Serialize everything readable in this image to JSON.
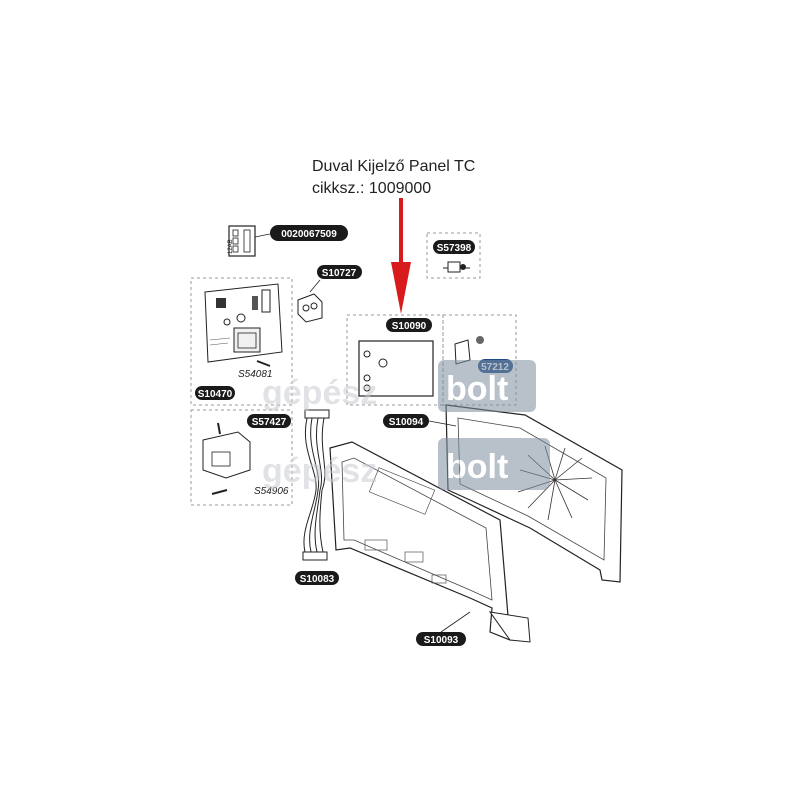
{
  "title_line1": "Duval Kijelző Panel TC",
  "title_line2": "cikksz.: 1009000",
  "watermark": {
    "left": "gépész",
    "right": "bolt"
  },
  "connector_box_text": "12AB",
  "labels": {
    "p0020067509": "0020067509",
    "s57398": "S57398",
    "s10727": "S10727",
    "s10090": "S10090",
    "s57212": "57212",
    "s54081": "S54081",
    "s10470": "S10470",
    "s57427": "S57427",
    "s10094": "S10094",
    "s54906": "S54906",
    "s10083": "S10083",
    "s10093": "S10093"
  },
  "colors": {
    "arrow": "#d81c1c",
    "pill": "#1a1a1a",
    "highlight_pill": "#1f4a8a",
    "watermark_box": "#7f8fa0"
  }
}
